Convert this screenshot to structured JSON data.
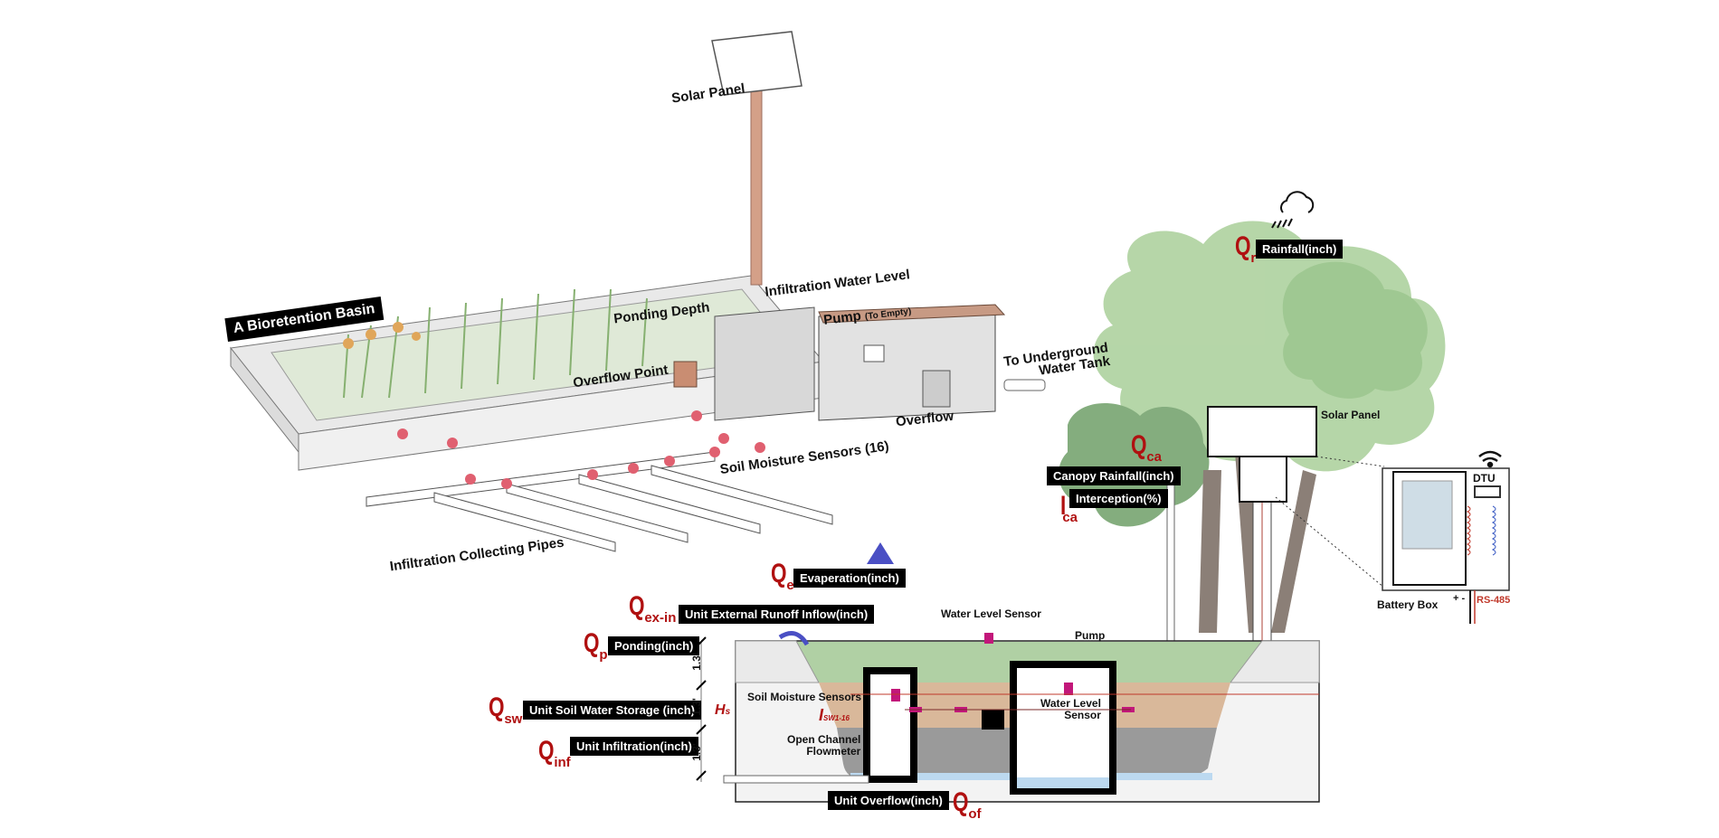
{
  "isometric": {
    "title_tag": "A Bioretention Basin",
    "labels": {
      "solar_panel": "Solar Panel",
      "infiltration_water_level": "Infiltration Water Level",
      "ponding_depth": "Ponding Depth",
      "pump": "Pump",
      "pump_note": "(To Empty)",
      "overflow_point": "Overflow Point",
      "to_underground_line1": "To Underground",
      "to_underground_line2": "Water Tank",
      "overflow": "Overflow",
      "soil_moisture_sensors": "Soil Moisture Sensors (16)",
      "infiltration_pipes": "Infiltration Collecting Pipes"
    }
  },
  "tree_side": {
    "rainfall": {
      "symbol": "Q",
      "sub": "r",
      "tag": "Rainfall(inch)"
    },
    "canopy": {
      "symbol": "Q",
      "sub": "ca",
      "tag": "Canopy Rainfall(inch)"
    },
    "interception": {
      "symbol": "I",
      "sub": "ca",
      "tag": "Interception(%)"
    },
    "solar_panel": "Solar Panel",
    "battery_box": "Battery Box",
    "dtu": "DTU",
    "rs485": "RS-485",
    "polarity": "+ -"
  },
  "section": {
    "evaporation": {
      "symbol": "Q",
      "sub": "e",
      "tag": "Evaperation(inch)"
    },
    "external_inflow": {
      "symbol": "Q",
      "sub": "ex-in",
      "tag": "Unit External Runoff Inflow(inch)"
    },
    "ponding": {
      "symbol": "Q",
      "sub": "p",
      "tag": "Ponding(inch)"
    },
    "soil_water": {
      "symbol": "Q",
      "sub": "sw",
      "tag": "Unit Soil Water Storage (inch)"
    },
    "infiltration": {
      "symbol": "Q",
      "sub": "inf",
      "tag": "Unit Infiltration(inch)"
    },
    "overflow": {
      "symbol": "Q",
      "sub": "of",
      "tag": "Unit Overflow(inch)"
    },
    "hs": {
      "symbol": "H",
      "sub": "s"
    },
    "isw": {
      "symbol": "I",
      "sub": "SW1-16"
    },
    "dims": [
      "1.3'",
      "1.3'",
      "1.3'"
    ],
    "labels": {
      "water_level_sensor_top": "Water Level Sensor",
      "pump": "Pump",
      "soil_moisture_sensors": "Soil Moisture Sensors",
      "open_channel_1": "Open Channel",
      "open_channel_2": "Flowmeter",
      "water_level_sensor_1": "Water Level",
      "water_level_sensor_2": "Sensor"
    }
  },
  "colors": {
    "symbol_red": "#b01010",
    "tag_bg": "#000000",
    "arrow_blue": "#4a4fc4",
    "sensor_magenta": "#c2177a",
    "foliage": "#8fbf7f",
    "soil": "#d9b89a",
    "gravel": "#8a8a8a",
    "water": "#bcd9f0",
    "pole": "#d4a088"
  }
}
